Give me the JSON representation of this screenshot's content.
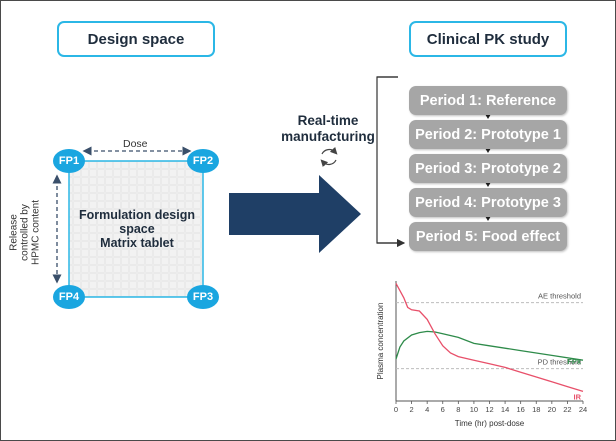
{
  "left_panel": {
    "header": "Design space",
    "dose_label": "Dose",
    "release_label": [
      "Release",
      "controlled by",
      "HPMC content"
    ],
    "formulation_label": [
      "Formulation design",
      "space",
      "Matrix tablet"
    ],
    "corners": [
      "FP1",
      "FP2",
      "FP4",
      "FP3"
    ]
  },
  "middle": {
    "realtime_label": [
      "Real-time",
      "manufacturing"
    ],
    "cycle_icon": "cycle-arrows-icon",
    "big_arrow_color": "#1f3f66"
  },
  "right_panel": {
    "header": "Clinical PK study",
    "periods": [
      "Period 1: Reference",
      "Period 2: Prototype 1",
      "Period 3: Prototype 2",
      "Period 4: Prototype 3",
      "Period 5: Food effect"
    ]
  },
  "colors": {
    "accent": "#2bb7e6",
    "corner_fill": "#1aa6e0",
    "period_fill": "#a6a6a6",
    "fpx_line": "#2e8b4a",
    "ir_line": "#e8506a"
  },
  "chart_data": {
    "type": "line",
    "xlabel": "Time (hr) post-dose",
    "ylabel": "Plasma concentration",
    "x_ticks": [
      0,
      2,
      4,
      6,
      8,
      10,
      12,
      14,
      16,
      18,
      20,
      22,
      24
    ],
    "xlim": [
      0,
      24
    ],
    "ylim": [
      0,
      100
    ],
    "thresholds": [
      {
        "label": "AE threshold",
        "value": 82
      },
      {
        "label": "PD threshold",
        "value": 27
      }
    ],
    "series": [
      {
        "name": "FPx",
        "color": "#2e8b4a",
        "x": [
          0,
          0.5,
          1,
          2,
          3,
          4,
          5,
          6,
          8,
          10,
          12,
          16,
          20,
          24
        ],
        "y": [
          35,
          45,
          50,
          55,
          57,
          58,
          57.5,
          56,
          53,
          48,
          46,
          42,
          38,
          34
        ]
      },
      {
        "name": "IR",
        "color": "#e8506a",
        "x": [
          0,
          0.5,
          1,
          1.5,
          2,
          3,
          4,
          5,
          6,
          7,
          8,
          10,
          12,
          14,
          16,
          18,
          20,
          22,
          24
        ],
        "y": [
          98,
          92,
          86,
          78,
          76,
          75,
          68,
          56,
          46,
          40,
          37,
          34,
          31,
          28,
          24,
          20,
          16,
          12,
          8
        ]
      }
    ]
  }
}
